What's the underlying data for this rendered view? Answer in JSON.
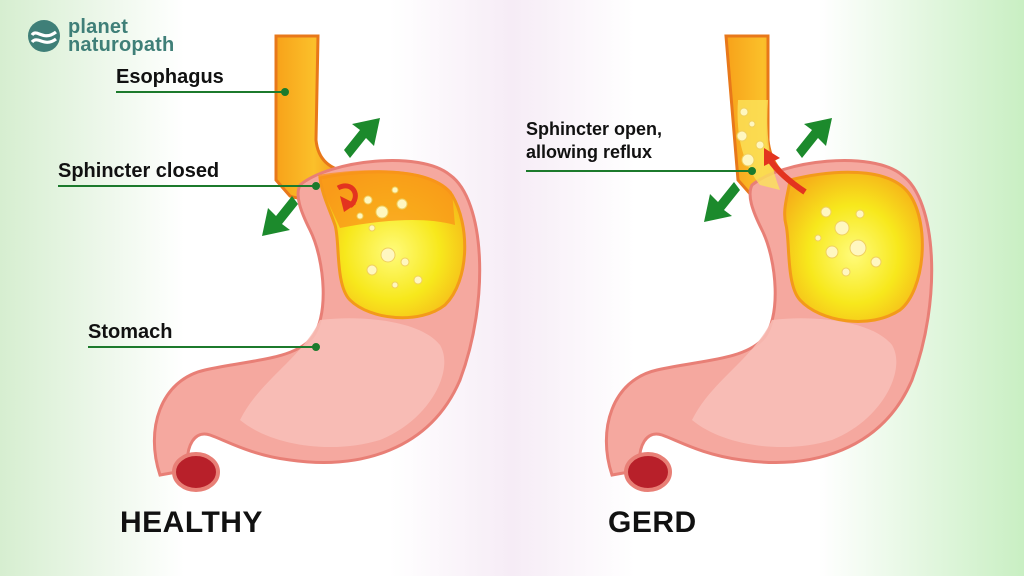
{
  "brand": {
    "line1": "planet",
    "line2": "naturopath",
    "logo_icon": "leaf-wave-logo-icon"
  },
  "labels": {
    "esophagus": "Esophagus",
    "sphincter_closed": "Sphincter closed",
    "stomach": "Stomach",
    "sphincter_open_line1": "Sphincter open,",
    "sphincter_open_line2": "allowing reflux"
  },
  "captions": {
    "healthy": "HEALTHY",
    "gerd": "GERD"
  },
  "colors": {
    "stomach_fill": "#f5a89f",
    "stomach_outline": "#e87f76",
    "acid_yellow": "#f7e81c",
    "acid_orange": "#fbab1a",
    "esophagus_orange": "#f7951a",
    "arrow_green": "#1c8a2c",
    "reflux_red": "#e3341f",
    "leader_green": "#1c7a2c"
  }
}
